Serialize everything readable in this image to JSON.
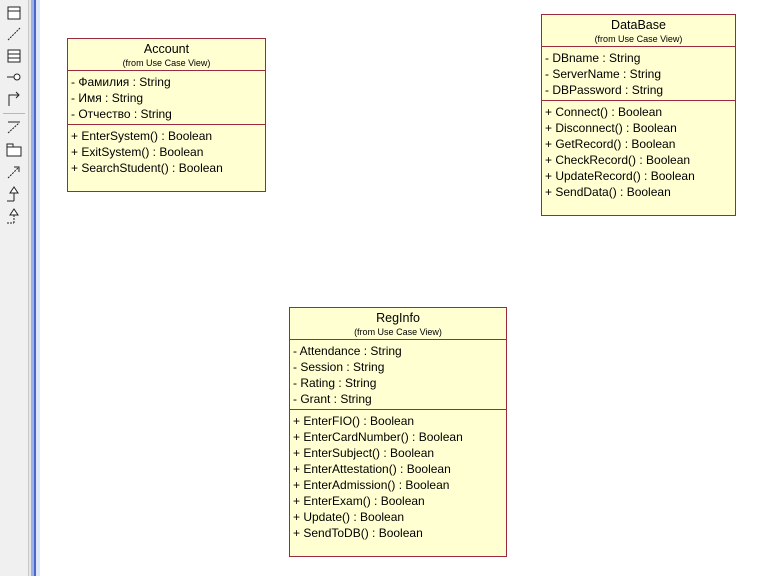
{
  "toolbar": {
    "tools": [
      {
        "icon": "class-tool-icon"
      },
      {
        "icon": "association-line-tool-icon"
      },
      {
        "icon": "stacked-class-tool-icon"
      },
      {
        "icon": "interface-lollipop-tool-icon"
      },
      {
        "icon": "dependency-tool-icon"
      },
      {
        "icon": "generalization-tool-icon"
      },
      {
        "icon": "package-tool-icon"
      },
      {
        "icon": "directed-association-tool-icon"
      },
      {
        "icon": "realization-tool-icon"
      },
      {
        "icon": "dashed-dependency-tool-icon"
      }
    ]
  },
  "colors": {
    "class_fill": "#ffffd2",
    "class_border": "#9c2a3e",
    "toolbar_bg": "#f0f0f0",
    "splitter": "#4a66c8"
  },
  "classes": {
    "account": {
      "name": "Account",
      "from": "(from Use Case View)",
      "attributes": [
        "- Фамилия : String",
        "- Имя : String",
        "- Отчество : String"
      ],
      "operations": [
        "+ EnterSystem() : Boolean",
        "+ ExitSystem() : Boolean",
        "+ SearchStudent() : Boolean"
      ]
    },
    "database": {
      "name": "DataBase",
      "from": "(from Use Case View)",
      "attributes": [
        "- DBname : String",
        "- ServerName : String",
        "- DBPassword : String"
      ],
      "operations": [
        "+ Connect() : Boolean",
        "+ Disconnect() : Boolean",
        "+ GetRecord() : Boolean",
        "+ CheckRecord() : Boolean",
        "+ UpdateRecord() : Boolean",
        "+ SendData() : Boolean"
      ]
    },
    "reginfo": {
      "name": "RegInfo",
      "from": "(from Use Case View)",
      "attributes": [
        "- Attendance : String",
        "- Session : String",
        "- Rating : String",
        "- Grant : String"
      ],
      "operations": [
        "+ EnterFIO() : Boolean",
        "+ EnterCardNumber() : Boolean",
        "+ EnterSubject() : Boolean",
        "+ EnterAttestation() : Boolean",
        "+ EnterAdmission() : Boolean",
        "+ EnterExam() : Boolean",
        "+ Update() : Boolean",
        "+ SendToDB() : Boolean"
      ]
    }
  }
}
